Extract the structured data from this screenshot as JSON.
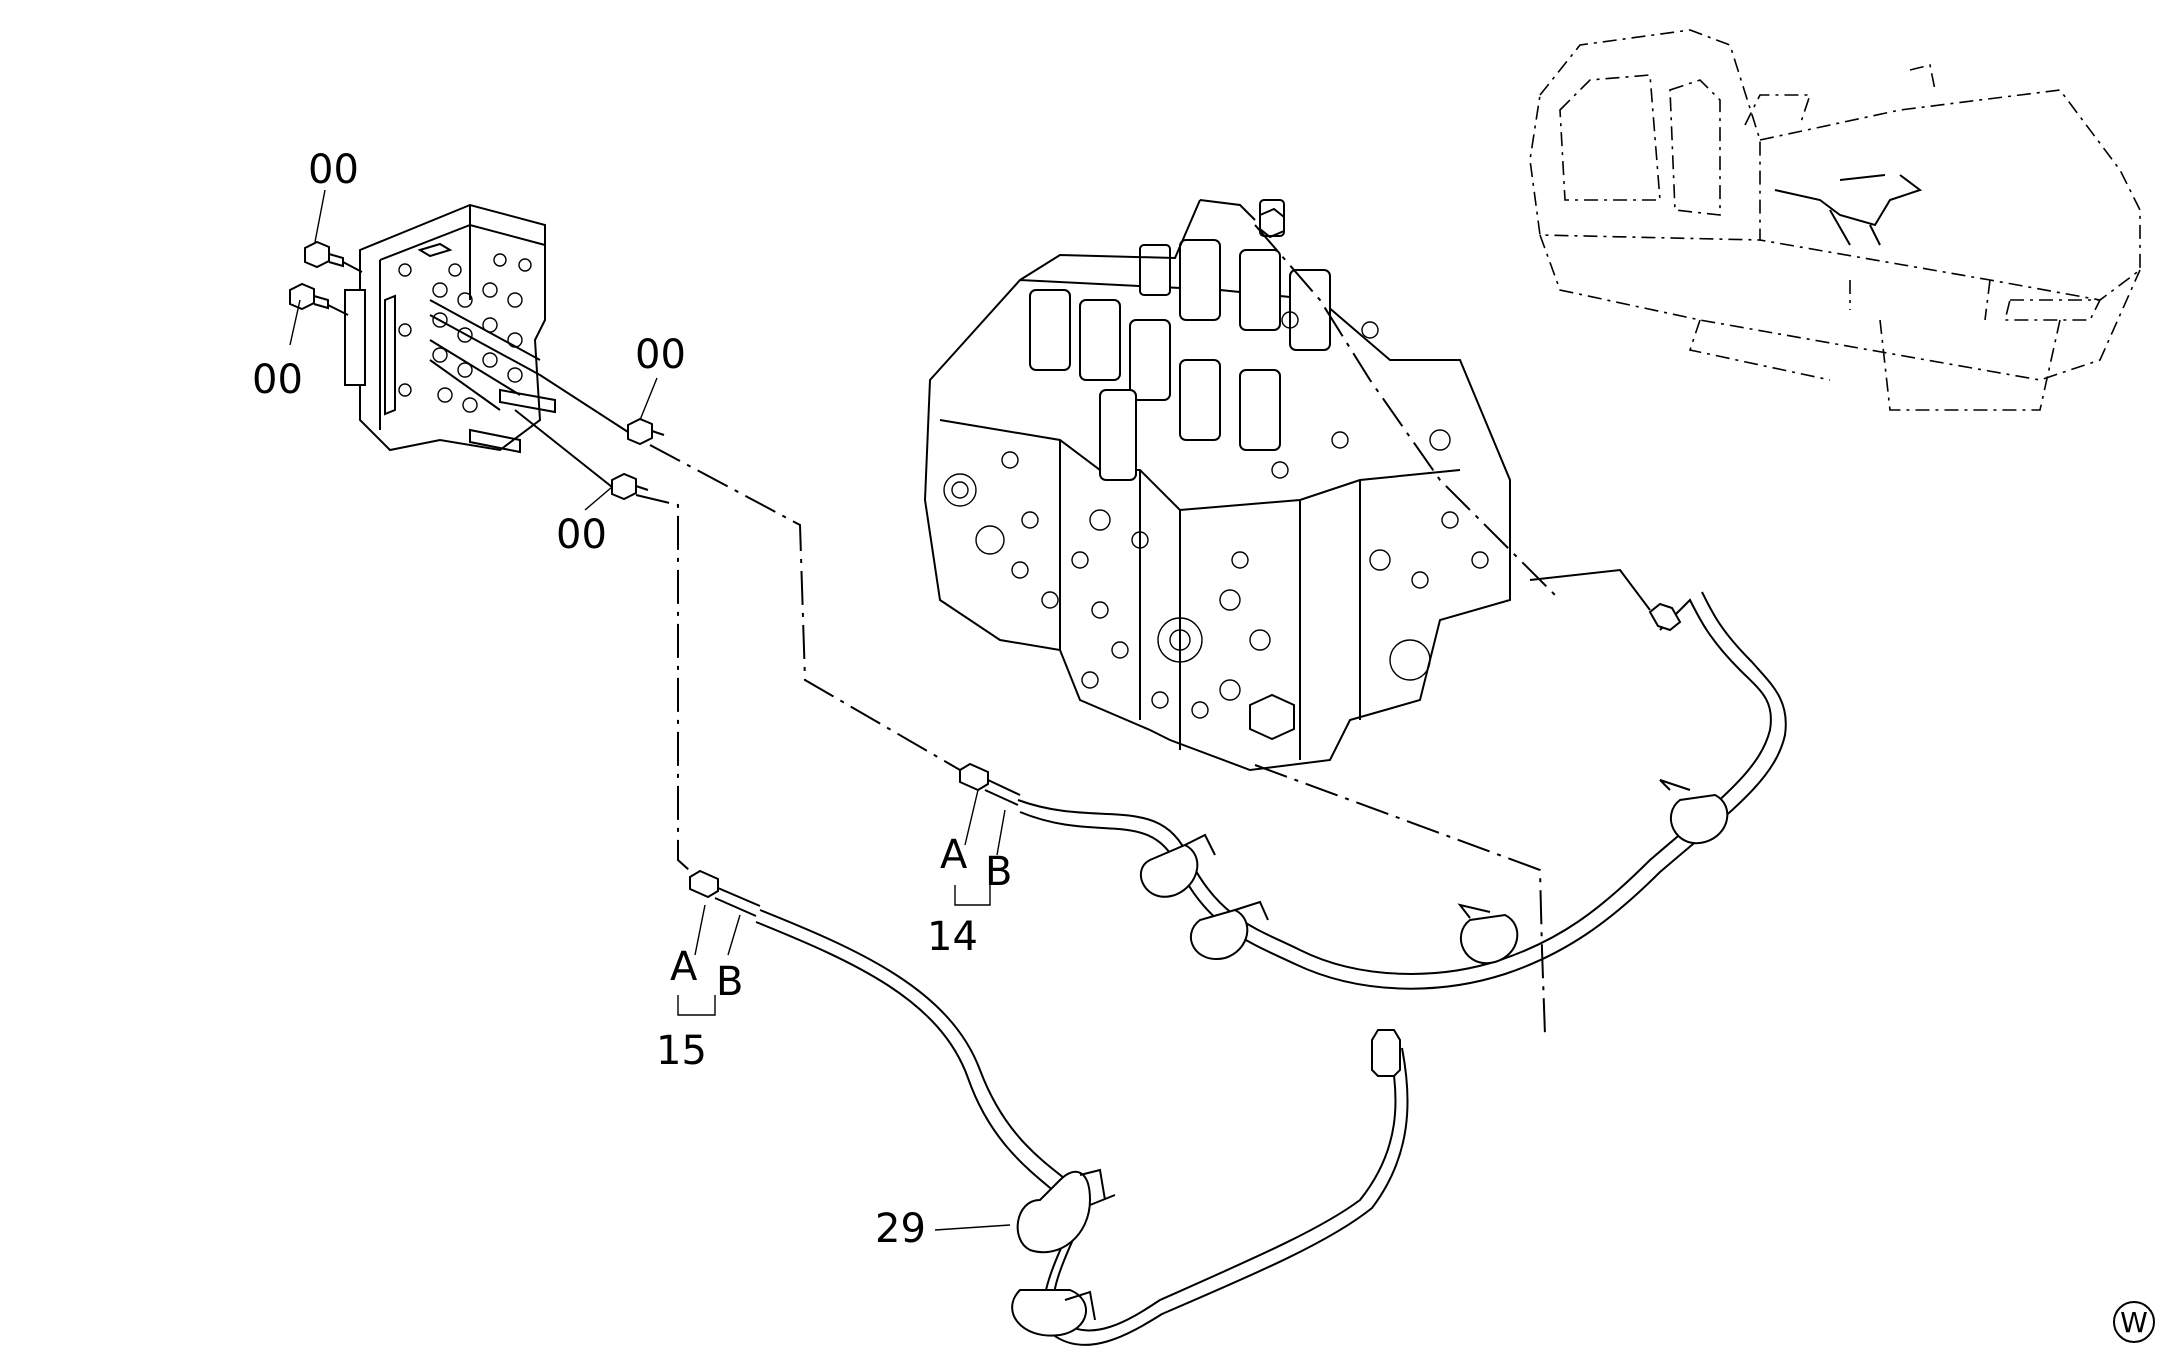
{
  "callouts": {
    "fit_top": "00",
    "fit_left": "00",
    "fit_mid": "00",
    "fit_low": "00",
    "hose14_a": "A",
    "hose14_b": "B",
    "hose14_num": "14",
    "hose15_a": "A",
    "hose15_b": "B",
    "hose15_num": "15",
    "clamp_29": "29",
    "version_mark": "W"
  }
}
